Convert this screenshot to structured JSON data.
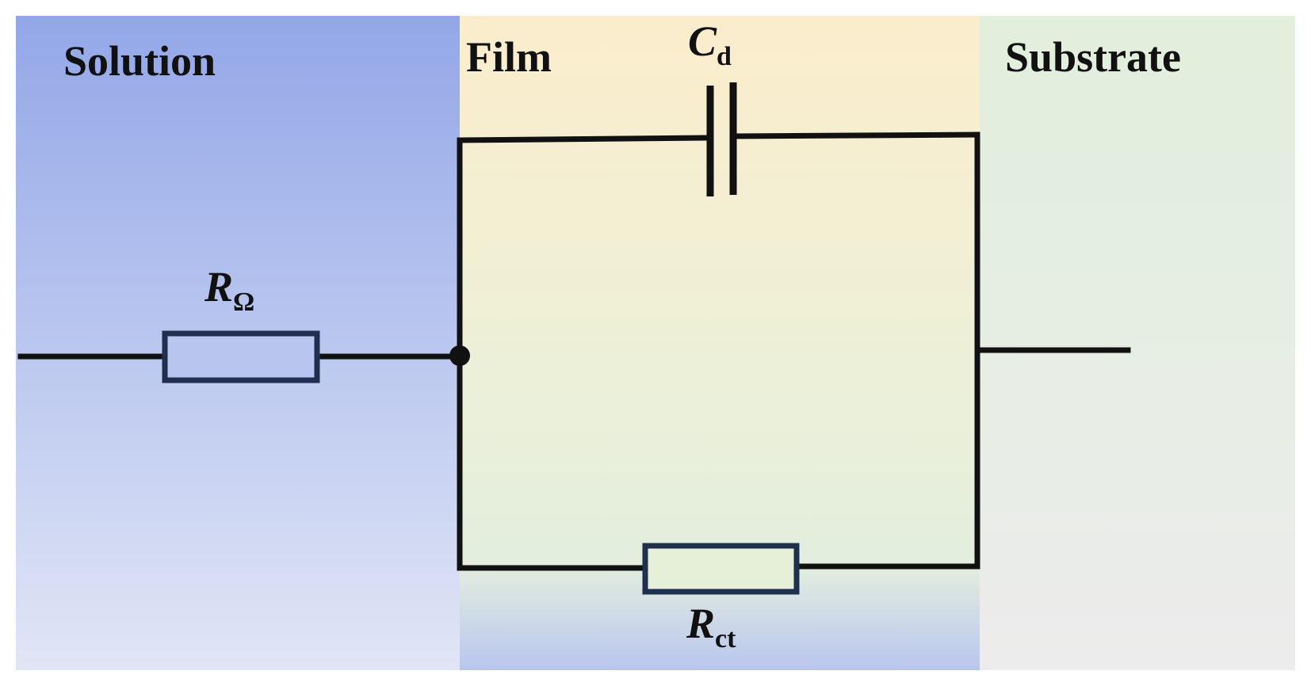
{
  "regions": {
    "solution": "Solution",
    "film": "Film",
    "substrate": "Substrate"
  },
  "components": {
    "r_solution": {
      "symbol": "R",
      "subscript": "Ω"
    },
    "capacitor": {
      "symbol": "C",
      "subscript": "d"
    },
    "r_ct": {
      "symbol": "R",
      "subscript": "ct"
    }
  },
  "colors": {
    "solution_top": "#93a7e8",
    "solution_bottom": "#e1e6f6",
    "film_top": "#fbedcc",
    "film_mid": "#e6efd6",
    "film_bottom": "#b9c6ee",
    "substrate_top": "#e1efdc",
    "substrate_bottom": "#ececec",
    "wire": "#111111",
    "resistor_outline": "#1e2f4f"
  }
}
